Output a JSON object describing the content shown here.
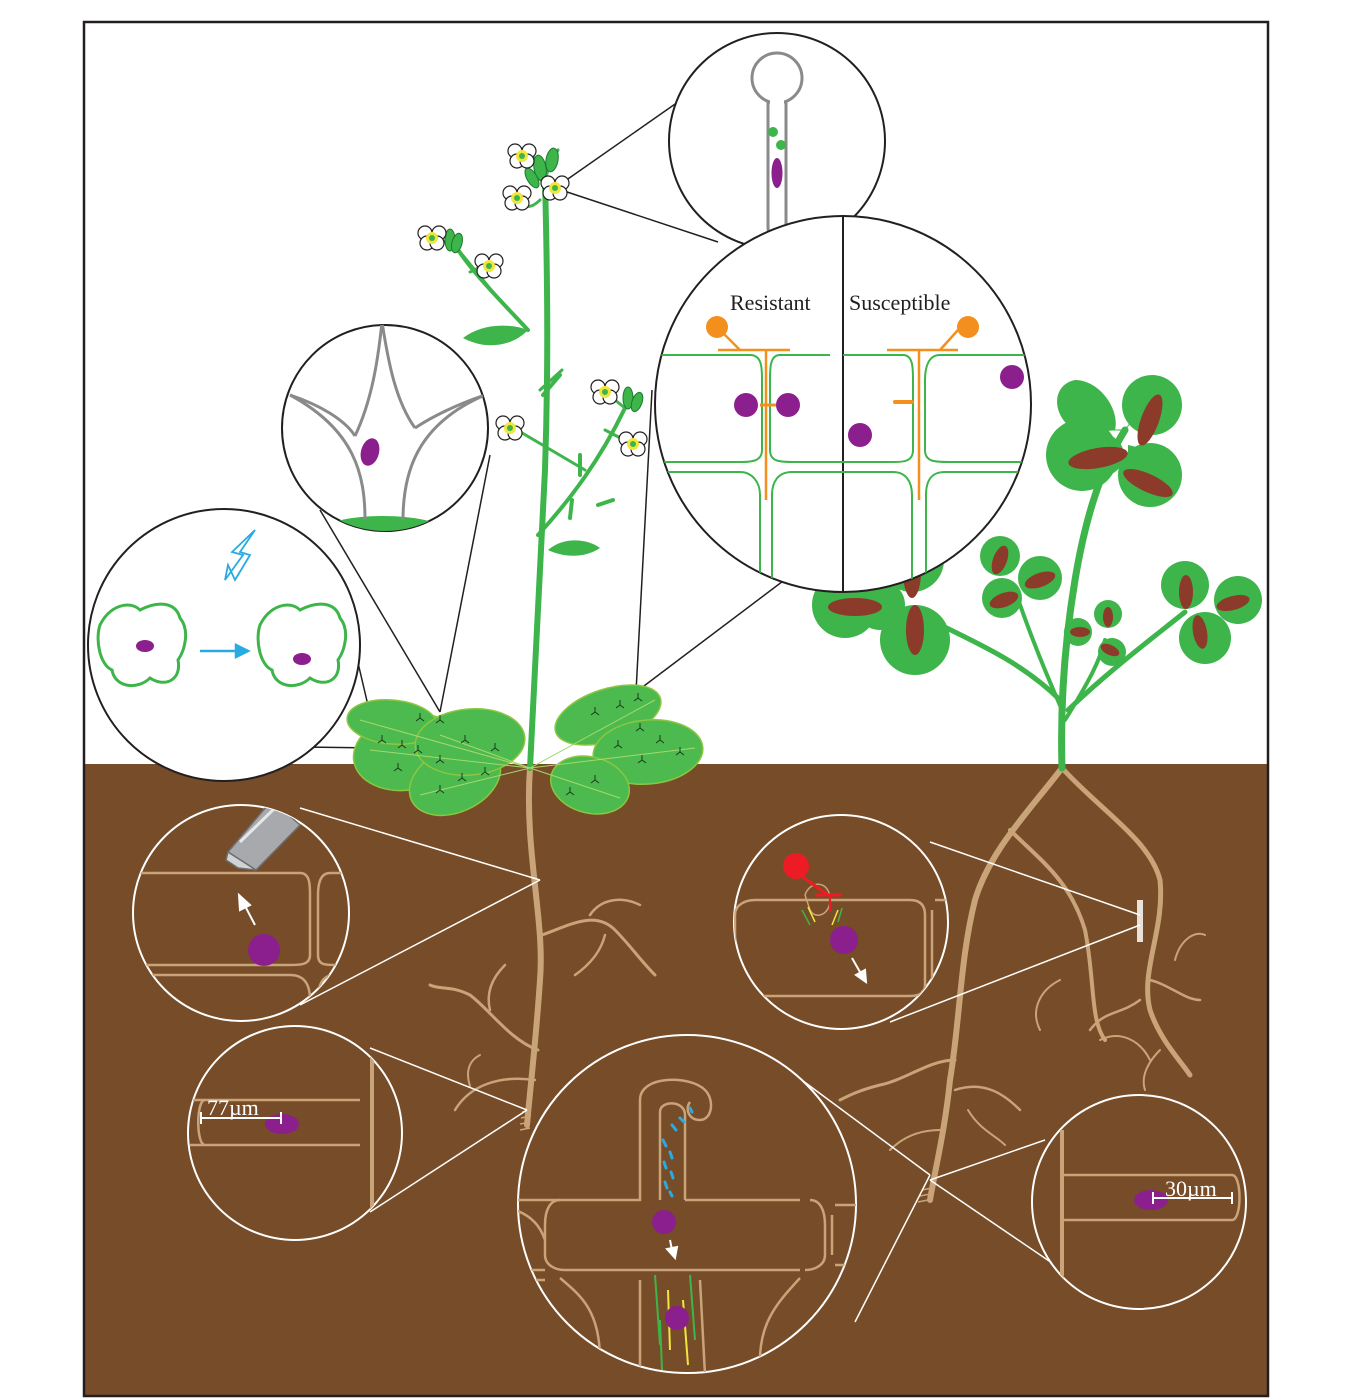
{
  "colors": {
    "soil": "#774c28",
    "root": "#c9a479",
    "plant_green": "#3db54a",
    "leaf_light": "#4cba4f",
    "nucleus": "#8b1f8d",
    "hypha_orange": "#f3901d",
    "pathogen_red": "#ed1c24",
    "signal_blue": "#29abe2",
    "clover_spot": "#8c3b2a",
    "frame": "#231f20",
    "hair_gray": "#8a8a8a"
  },
  "labels": {
    "resistant": "Resistant",
    "susceptible": "Susceptible",
    "scale_77": "77µm",
    "scale_30": "30µm"
  },
  "icons": [
    "lightning-icon",
    "arrow-icon",
    "micropipette-icon"
  ]
}
